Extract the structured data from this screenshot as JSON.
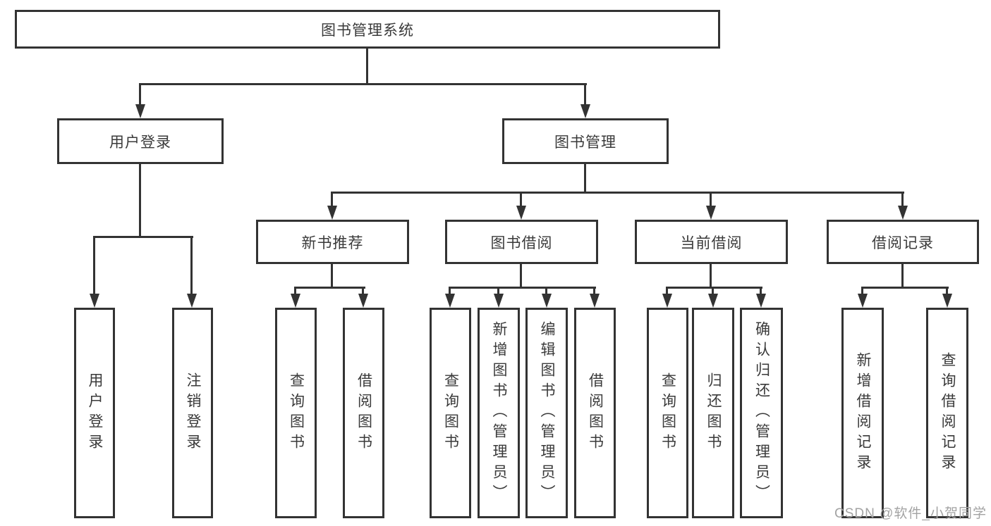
{
  "diagram_title": "图书管理系统",
  "tree": {
    "label": "图书管理系统",
    "children": [
      {
        "label": "用户登录",
        "children": [
          {
            "label": "用户登录"
          },
          {
            "label": "注销登录"
          }
        ]
      },
      {
        "label": "图书管理",
        "children": [
          {
            "label": "新书推荐",
            "children": [
              {
                "label": "查询图书"
              },
              {
                "label": "借阅图书"
              }
            ]
          },
          {
            "label": "图书借阅",
            "children": [
              {
                "label": "查询图书"
              },
              {
                "label": "新增图书（管理员）"
              },
              {
                "label": "编辑图书（管理员）"
              },
              {
                "label": "借阅图书"
              }
            ]
          },
          {
            "label": "当前借阅",
            "children": [
              {
                "label": "查询图书"
              },
              {
                "label": "归还图书"
              },
              {
                "label": "确认归还（管理员）"
              }
            ]
          },
          {
            "label": "借阅记录",
            "children": [
              {
                "label": "新增借阅记录"
              },
              {
                "label": "查询借阅记录"
              }
            ]
          }
        ]
      }
    ]
  },
  "watermark": {
    "text": "CSDN @软件_小贺同学"
  },
  "colors": {
    "line": "#333333",
    "text": "#3a3a3a",
    "watermark": "#a3a3a3",
    "background": "#ffffff"
  }
}
